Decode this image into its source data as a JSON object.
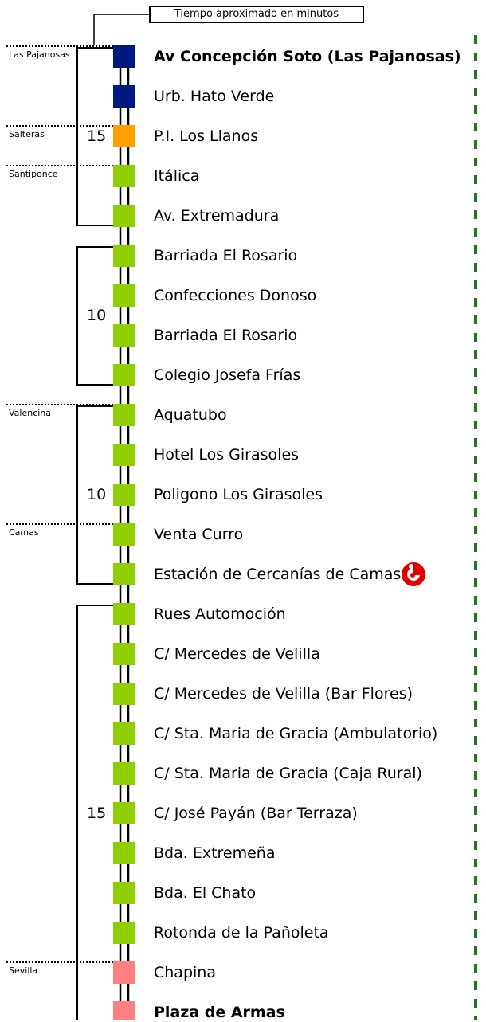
{
  "legend": {
    "text": "Tiempo aproximado en minutos"
  },
  "colors": {
    "dark_blue": "#001a80",
    "orange": "#ff9f00",
    "green": "#8fce00",
    "pink": "#ff8080",
    "dashed_line": "#1a7a1a",
    "renfe_red": "#e00000"
  },
  "stops": [
    {
      "name": "Av Concepción Soto (Las Pajanosas)",
      "color": "dark_blue",
      "bold": true
    },
    {
      "name": "Urb. Hato Verde",
      "color": "dark_blue"
    },
    {
      "name": "P.I. Los Llanos",
      "color": "orange"
    },
    {
      "name": "Itálica",
      "color": "green"
    },
    {
      "name": "Av. Extremadura",
      "color": "green"
    },
    {
      "name": "Barriada El Rosario",
      "color": "green"
    },
    {
      "name": "Confecciones Donoso",
      "color": "green"
    },
    {
      "name": "Barriada El Rosario",
      "color": "green"
    },
    {
      "name": "Colegio Josefa Frías",
      "color": "green"
    },
    {
      "name": "Aquatubo",
      "color": "green"
    },
    {
      "name": "Hotel Los Girasoles",
      "color": "green"
    },
    {
      "name": "Poligono Los Girasoles",
      "color": "green"
    },
    {
      "name": "Venta Curro",
      "color": "green"
    },
    {
      "name": "Estación de Cercanías de Camas",
      "color": "green",
      "icon": "renfe-cercanias-icon"
    },
    {
      "name": "Rues Automoción",
      "color": "green"
    },
    {
      "name": "C/ Mercedes de Velilla",
      "color": "green"
    },
    {
      "name": "C/ Mercedes de Velilla (Bar Flores)",
      "color": "green"
    },
    {
      "name": "C/ Sta. Maria de Gracia (Ambulatorio)",
      "color": "green"
    },
    {
      "name": "C/ Sta. Maria de Gracia (Caja Rural)",
      "color": "green"
    },
    {
      "name": "C/ José Payán (Bar Terraza)",
      "color": "green"
    },
    {
      "name": "Bda. Extremeña",
      "color": "green"
    },
    {
      "name": "Bda. El Chato",
      "color": "green"
    },
    {
      "name": "Rotonda de la Pañoleta",
      "color": "green"
    },
    {
      "name": "Chapina",
      "color": "pink"
    },
    {
      "name": "Plaza de Armas",
      "color": "pink",
      "bold": true
    }
  ],
  "municipalities": [
    {
      "name": "Las Pajanosas",
      "stop_index": 0
    },
    {
      "name": "Salteras",
      "stop_index": 2
    },
    {
      "name": "Santiponce",
      "stop_index": 3
    },
    {
      "name": "Valencina",
      "stop_index": 9
    },
    {
      "name": "Camas",
      "stop_index": 12
    },
    {
      "name": "Sevilla",
      "stop_index": 23
    }
  ],
  "time_segments": [
    {
      "minutes": "15",
      "from_stop": 0,
      "to_stop": 4,
      "label_stop": 2
    },
    {
      "minutes": "10",
      "from_stop": 5,
      "to_stop": 8,
      "label_stop": 6.5
    },
    {
      "minutes": "10",
      "from_stop": 9,
      "to_stop": 13,
      "label_stop": 11
    },
    {
      "minutes": "15",
      "from_stop": 14,
      "to_stop": 24,
      "label_stop": 19
    }
  ]
}
